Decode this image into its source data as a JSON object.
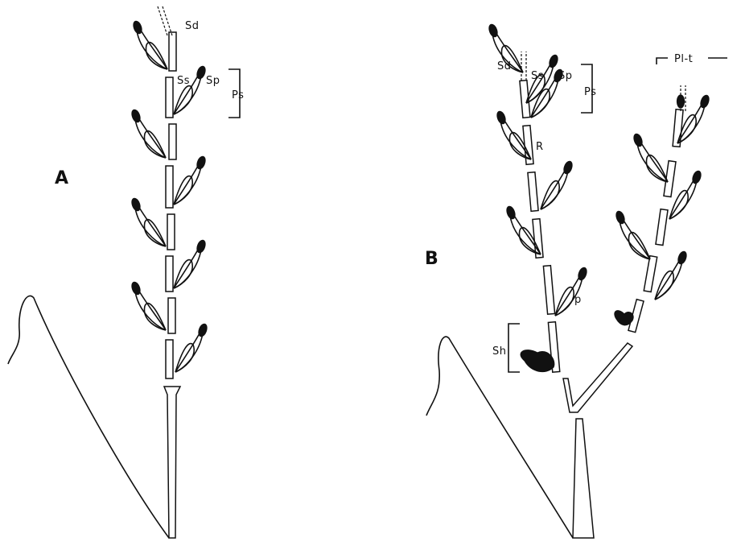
{
  "panels": {
    "a": {
      "letter": "A"
    },
    "b": {
      "letter": "B"
    }
  },
  "labels": {
    "sd_a": "Sd",
    "ss_a": "Ss",
    "sp_a": "Sp",
    "ps_a": "Ps",
    "sd_b": "Sd",
    "ss_b": "Ss",
    "sp_b": "Sp",
    "ps_b": "Ps",
    "r": "R",
    "p": "p",
    "sh": "Sh",
    "pl_t": "Pl-t"
  }
}
